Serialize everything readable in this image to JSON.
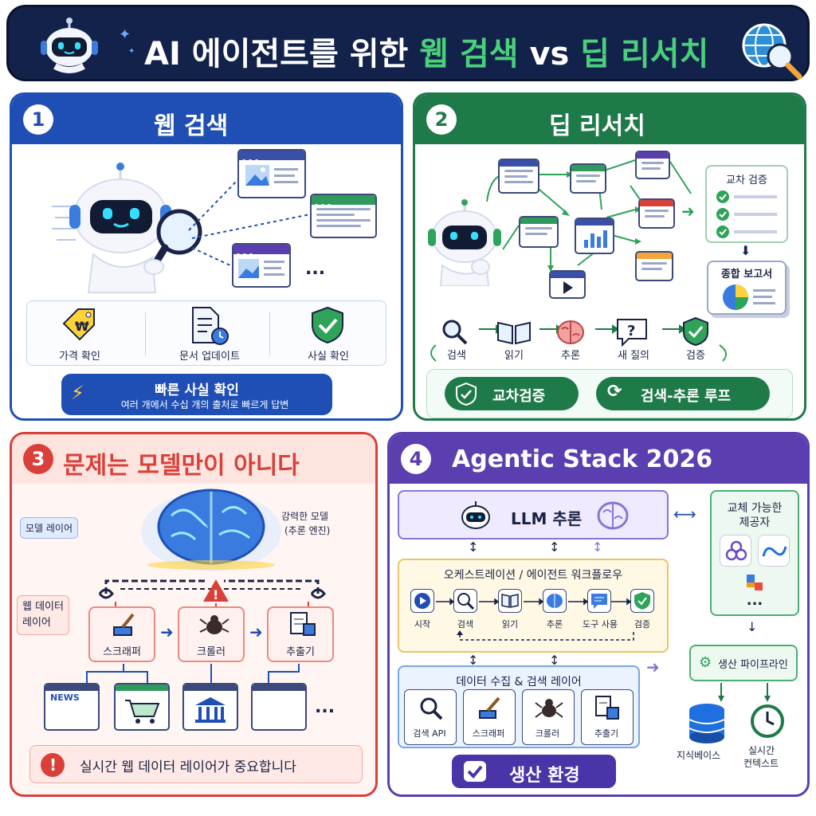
{
  "header": {
    "title_part1": "AI 에이전트를 위한 ",
    "title_part2": "웹 검색",
    "title_part3": " vs ",
    "title_part4": "딥 리서치",
    "icons": [
      "robot-icon",
      "globe-search-icon"
    ]
  },
  "panel1": {
    "number": "1",
    "title": "웹 검색",
    "ellipsis": "...",
    "features": [
      "가격 확인",
      "문서 업데이트",
      "사실 확인"
    ],
    "banner_title": "빠른 사실 확인",
    "banner_sub": "여러 개에서 수십 개의 출처로 빠르게 답변",
    "colors": {
      "accent": "#1f4fb5"
    }
  },
  "panel2": {
    "number": "2",
    "title": "딥 리서치",
    "cross_check": "교차 검증",
    "report": "종합 보고서",
    "loop_steps": [
      "검색",
      "읽기",
      "추론",
      "새 질의",
      "검증"
    ],
    "question_mark": "?",
    "pill_left": "교차검증",
    "pill_right": "검색-추론 루프",
    "colors": {
      "accent": "#1f7a4a"
    }
  },
  "panel3": {
    "number": "3",
    "title": "문제는 모델만이 아니다",
    "model_layer": "모델 레이어",
    "brain_caption_1": "강력한 모델",
    "brain_caption_2": "(추론 엔진)",
    "web_layer_1": "웹 데이터",
    "web_layer_2": "레이어",
    "tools": [
      "스크래퍼",
      "크롤러",
      "추출기"
    ],
    "news_label": "NEWS",
    "ellipsis": "...",
    "alert_text": "실시간 웹 데이터 레이어가 중요합니다",
    "warn_mark": "!",
    "colors": {
      "accent": "#d9403a"
    }
  },
  "panel4": {
    "number": "4",
    "title": "Agentic Stack 2026",
    "llm": "LLM 추론",
    "orchestration": "오케스트레이션 / 에이전트 워크플로우",
    "flow_steps": [
      "시작",
      "검색",
      "읽기",
      "추론",
      "도구 사용",
      "검증"
    ],
    "data_layer": "데이터 수집 & 검색 레이어",
    "data_tools": [
      "검색 API",
      "스크래퍼",
      "크롤러",
      "추출기"
    ],
    "providers_1": "교체 가능한",
    "providers_2": "제공자",
    "providers_more": "...",
    "pipeline": "생산 파이프라인",
    "kb": "지식베이스",
    "rt_1": "실시간",
    "rt_2": "컨텍스트",
    "production": "생산 환경",
    "colors": {
      "accent": "#5b3fb0"
    }
  }
}
